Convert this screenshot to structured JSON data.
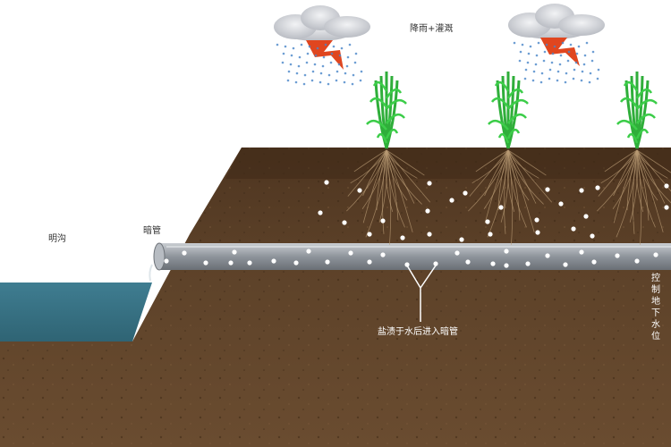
{
  "labels": {
    "rain_irrigation": "降雨+灌溉",
    "open_ditch": "明沟",
    "drain_pipe": "暗管",
    "seepage": "盐渍于水后进入暗管",
    "groundwater": "控制地下水位"
  },
  "colors": {
    "soil": "#5a3f27",
    "soil_dark": "#3f2a18",
    "water": "#3a7386",
    "pipe": "#9aa0a8",
    "plant": "#2fae3a",
    "cloud": "#d8dadf",
    "bolt": "#e0461f",
    "rain": "#4a86c8",
    "bubble": "#ffffff"
  },
  "icons": [
    "cloud-icon",
    "lightning-icon",
    "rain-icon",
    "plant-icon",
    "water-bubble-icon"
  ]
}
